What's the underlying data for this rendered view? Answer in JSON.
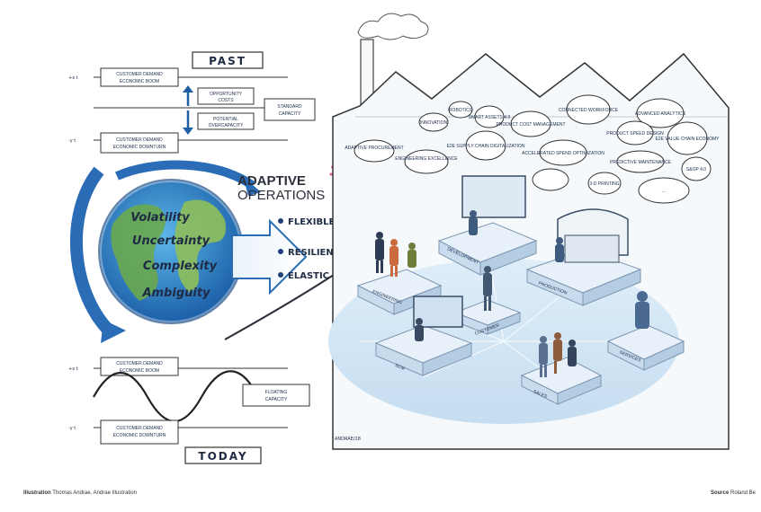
{
  "past_panel": {
    "title": "PAST",
    "plus_label": "+x t",
    "minus_label": "-y t",
    "boom_line1": "CUSTOMER DEMAND",
    "boom_line2": "ECONOMIC BOOM",
    "downturn_line1": "CUSTOMER DEMAND",
    "downturn_line2": "ECONOMIC DOWNTURN",
    "opportunity_line1": "OPPORTUNITY",
    "opportunity_line2": "COSTS",
    "potential_line1": "POTENTIAL",
    "potential_line2": "OVERCAPACITY",
    "standard_line1": "STANDARD",
    "standard_line2": "CAPACITY"
  },
  "vuca": {
    "words": [
      "Volatility",
      "Uncertainty",
      "Complexity",
      "Ambiguity"
    ]
  },
  "adaptive": {
    "title_line1": "ADAPTIVE",
    "title_line2": "OPERATIONS",
    "bullets": [
      "FLEXIBLE",
      "RESILIENT",
      "ELASTIC"
    ]
  },
  "today_panel": {
    "title": "TODAY",
    "plus_label": "+x t",
    "minus_label": "-y t",
    "boom_line1": "CUSTOMER DEMAND",
    "boom_line2": "ECONOMIC BOOM",
    "downturn_line1": "CUSTOMER DEMAND",
    "downturn_line2": "ECONOMIC DOWNTURN",
    "floating_line1": "FLOATING",
    "floating_line2": "CAPACITY"
  },
  "bubbles": [
    "ADAPTIVE PROCUREMENT",
    "ENGINEERING EXCELLENCE",
    "INNOVATION",
    "ROBOTICS",
    "SMART ASSETS 4.0",
    "E2E SUPPLY CHAIN DIGITALIZATION",
    "PRODUCT COST MANAGEMENT",
    "CONNECTED WORKFORCE",
    "ADVANCED ANALYTICS",
    "PRODUCT SPEED DESIGN",
    "E2E VALUE CHAIN ECONOMY",
    "ACCELERATED SPEND OPTIMIZATION",
    "PREDICTIVE MAINTENANCE",
    "S&OP 4.0",
    "3-D PRINTING",
    "..."
  ],
  "stations": [
    "ENGINEERING",
    "DEVELOPMENT",
    "PRODUCTION",
    "CUSTOMER",
    "SCM",
    "SALES",
    "SERVICES"
  ],
  "signature": "ANDRAE/18",
  "footer": {
    "illustration_label": "Illustration",
    "illustration_text": " Thomas Andrae, Andrae Illustration",
    "source_label": "Source",
    "source_text": " Roland Be"
  }
}
